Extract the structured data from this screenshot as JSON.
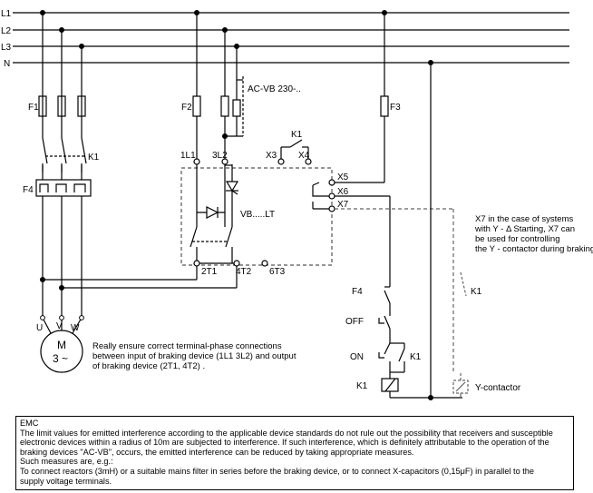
{
  "diagram": {
    "bus_labels": [
      "L1",
      "L2",
      "L3",
      "N"
    ],
    "fuses": {
      "f1": "F1",
      "f2": "F2",
      "f3": "F3"
    },
    "device_label": "AC-VB 230-..",
    "contactor_label": "K1",
    "overload_label": "F4",
    "terminals": {
      "l1": "1L1",
      "l2": "3L2",
      "t1": "2T1",
      "t2": "4T2",
      "t3": "6T3",
      "x3": "X3",
      "x4": "X4",
      "x5": "X5",
      "x6": "X6",
      "x7": "X7"
    },
    "vb_label": "VB.....LT",
    "motor": {
      "u": "U",
      "v": "V",
      "w": "W",
      "m": "M",
      "phase": "3 ~"
    },
    "motor_note": [
      "Really ensure correct terminal-phase connections",
      "between input of braking device (1L1  3L2) and output",
      "of braking device (2T1, 4T2) ."
    ],
    "x7_note": [
      "X7 in the case of systems",
      "with Y -  Δ  Starting, X7 can",
      "be used for controlling",
      "the Y - contactor during braking."
    ],
    "control": {
      "f4": "F4",
      "off": "OFF",
      "on": "ON",
      "k1_coil": "K1",
      "k1_contact": "K1",
      "k1_aux": "K1",
      "y_contactor": "Y-contactor"
    }
  },
  "emc": {
    "title": "EMC",
    "lines": [
      "The limit values for emitted interference according to the applicable device standards do not rule out the possibility that receivers and susceptible",
      "electronic devices within a radius of 10m are subjected to interference. If such interference, which is definitely attributable to the operation of the",
      "braking devices \"AC-VB\", occurs, the emitted interference can be reduced by taking appropriate measures.",
      "Such measures are, e.g.:",
      "To connect reactors (3mH) or a suitable mains filter in series before the braking device, or to connect X-capacitors (0,15μF) in parallel to the",
      "supply voltage terminals."
    ]
  }
}
